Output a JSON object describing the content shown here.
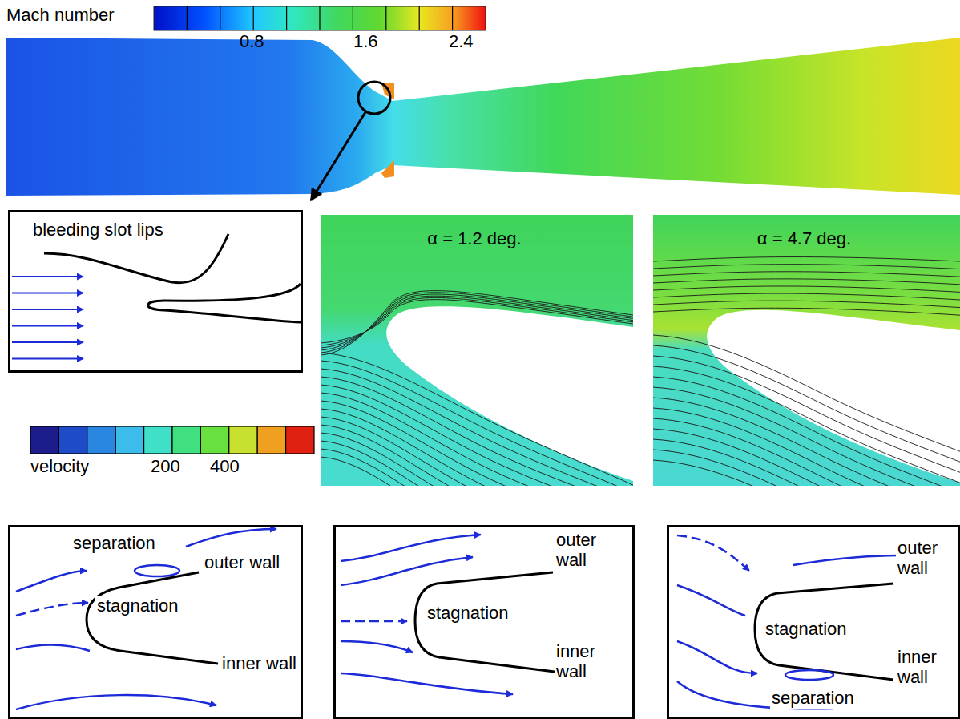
{
  "diagram": {
    "nodes": [
      {
        "text": [
          "bleeding slot lips"
        ]
      },
      {
        "text": [
          "α = 1.2 deg."
        ]
      },
      {
        "text": [
          "α = 4.7 deg."
        ]
      },
      {
        "text": [
          "separation",
          "outer wall",
          "stagnation",
          "inner wall"
        ]
      },
      {
        "text": [
          "outer wall",
          "stagnation",
          "inner wall"
        ]
      },
      {
        "text": [
          "outer wall",
          "stagnation",
          "inner wall",
          "separation"
        ]
      }
    ],
    "labels": [
      "Mach number",
      "0.8",
      "1.6",
      "2.4",
      "velocity",
      "200",
      "400"
    ]
  }
}
